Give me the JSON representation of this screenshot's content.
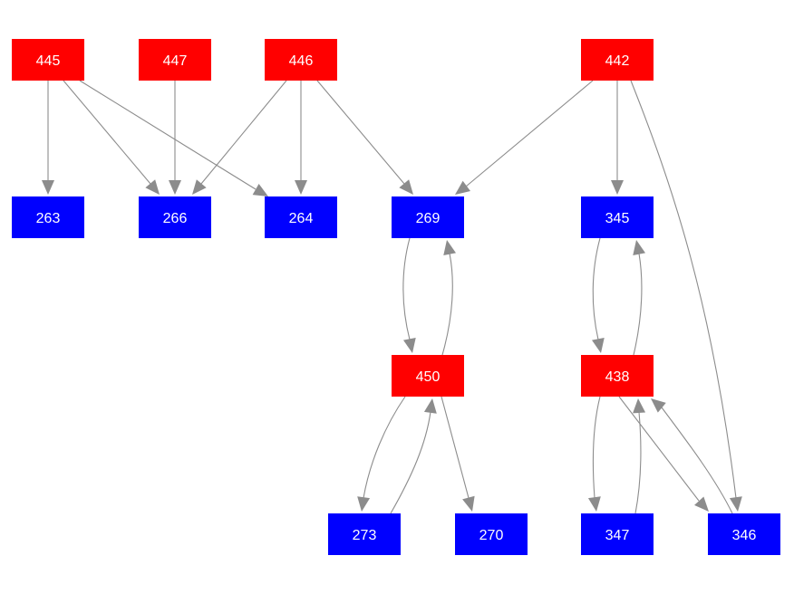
{
  "colors": {
    "red": "#ff0000",
    "blue": "#0000ff",
    "edge": "#8c8c8c",
    "text": "#ffffff"
  },
  "nodes": [
    {
      "id": "445",
      "label": "445",
      "color": "red"
    },
    {
      "id": "447",
      "label": "447",
      "color": "red"
    },
    {
      "id": "446",
      "label": "446",
      "color": "red"
    },
    {
      "id": "442",
      "label": "442",
      "color": "red"
    },
    {
      "id": "263",
      "label": "263",
      "color": "blue"
    },
    {
      "id": "266",
      "label": "266",
      "color": "blue"
    },
    {
      "id": "264",
      "label": "264",
      "color": "blue"
    },
    {
      "id": "269",
      "label": "269",
      "color": "blue"
    },
    {
      "id": "345",
      "label": "345",
      "color": "blue"
    },
    {
      "id": "450",
      "label": "450",
      "color": "red"
    },
    {
      "id": "438",
      "label": "438",
      "color": "red"
    },
    {
      "id": "273",
      "label": "273",
      "color": "blue"
    },
    {
      "id": "270",
      "label": "270",
      "color": "blue"
    },
    {
      "id": "347",
      "label": "347",
      "color": "blue"
    },
    {
      "id": "346",
      "label": "346",
      "color": "blue"
    }
  ],
  "edges": [
    {
      "from": "445",
      "to": "263"
    },
    {
      "from": "445",
      "to": "266"
    },
    {
      "from": "445",
      "to": "264"
    },
    {
      "from": "447",
      "to": "266"
    },
    {
      "from": "446",
      "to": "266"
    },
    {
      "from": "446",
      "to": "264"
    },
    {
      "from": "446",
      "to": "269"
    },
    {
      "from": "442",
      "to": "269"
    },
    {
      "from": "442",
      "to": "345"
    },
    {
      "from": "442",
      "to": "346"
    },
    {
      "from": "269",
      "to": "450"
    },
    {
      "from": "450",
      "to": "269"
    },
    {
      "from": "345",
      "to": "438"
    },
    {
      "from": "438",
      "to": "345"
    },
    {
      "from": "450",
      "to": "273"
    },
    {
      "from": "273",
      "to": "450"
    },
    {
      "from": "450",
      "to": "270"
    },
    {
      "from": "438",
      "to": "347"
    },
    {
      "from": "347",
      "to": "438"
    },
    {
      "from": "438",
      "to": "346"
    },
    {
      "from": "346",
      "to": "438"
    }
  ]
}
